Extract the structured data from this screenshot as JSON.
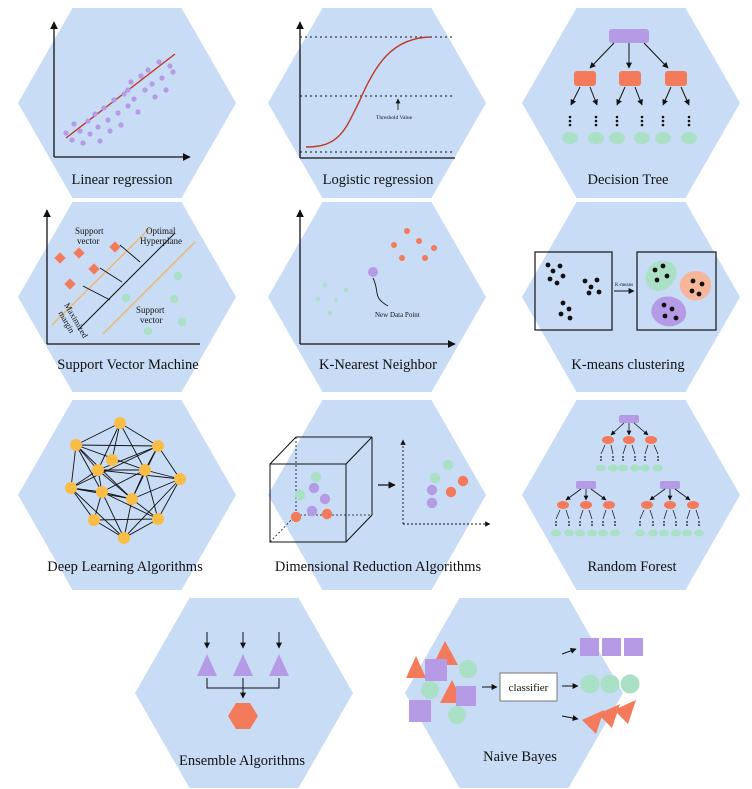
{
  "colors": {
    "hexagon": "#c8dcf6",
    "purple": "#b59be6",
    "coral": "#f47a5c",
    "mint": "#a9e0c6",
    "gold": "#f9bd45",
    "red_line": "#c0392b",
    "orange_line": "#f2b56b"
  },
  "panels": {
    "linear": {
      "caption": "Linear regression"
    },
    "logistic": {
      "caption": "Logistic regression",
      "threshold_label": "Threshold Value"
    },
    "tree": {
      "caption": "Decision Tree"
    },
    "svm": {
      "caption": "Support Vector Machine",
      "support_top": "Support\nvector",
      "hyperplane": "Optimal\nHyperplane",
      "support_bottom": "Support\nvector",
      "margin": "Maximized\nmargin"
    },
    "knn": {
      "caption": "K-Nearest Neighbor",
      "new_point": "New Data Point"
    },
    "kmeans": {
      "caption": "K-means clustering",
      "arrow_label": "K-means"
    },
    "deep": {
      "caption": "Deep Learning Algorithms"
    },
    "dimred": {
      "caption": "Dimensional Reduction Algorithms"
    },
    "forest": {
      "caption": "Random Forest"
    },
    "ensemble": {
      "caption": "Ensemble Algorithms"
    },
    "bayes": {
      "caption": "Naive Bayes",
      "classifier": "classifier"
    }
  }
}
